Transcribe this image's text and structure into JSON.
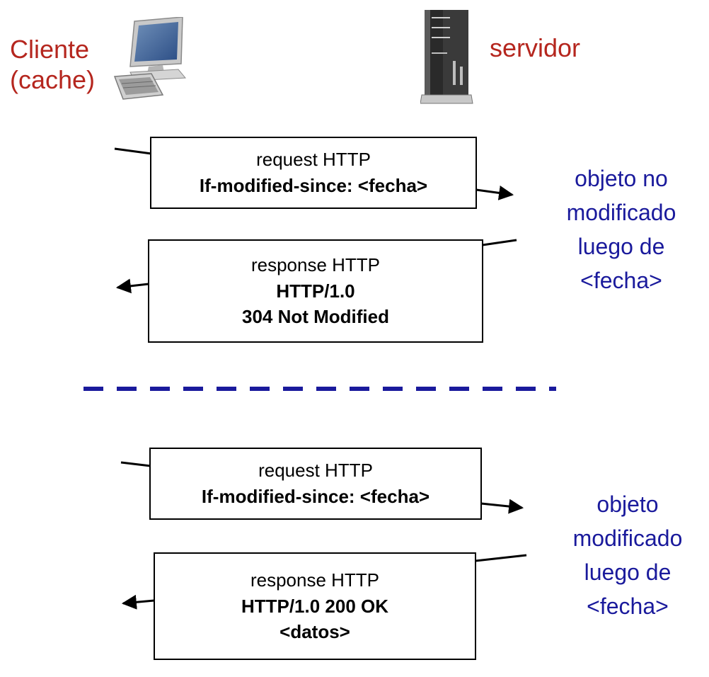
{
  "client": {
    "label_line1": "Cliente",
    "label_line2": "(cache)",
    "icon": "desktop-computer-icon"
  },
  "server": {
    "label": "servidor",
    "icon": "server-tower-icon"
  },
  "colors": {
    "actor_label": "#b5261e",
    "note_text": "#1a1a9c",
    "separator": "#1a1a9c",
    "box_border": "#000000"
  },
  "scenario_1": {
    "request": {
      "line1": "request HTTP",
      "line2": "If-modified-since: <fecha>"
    },
    "response": {
      "line1": "response HTTP",
      "line2": "HTTP/1.0",
      "line3": "304 Not Modified"
    },
    "note": {
      "line1": "objeto no",
      "line2": "modificado",
      "line3": "luego de",
      "line4": "<fecha>"
    }
  },
  "scenario_2": {
    "request": {
      "line1": "request HTTP",
      "line2": "If-modified-since: <fecha>"
    },
    "response": {
      "line1": "response HTTP",
      "line2": "HTTP/1.0 200 OK",
      "line3": "<datos>"
    },
    "note": {
      "line1": "objeto",
      "line2": "modificado",
      "line3": "luego de",
      "line4": "<fecha>"
    }
  }
}
